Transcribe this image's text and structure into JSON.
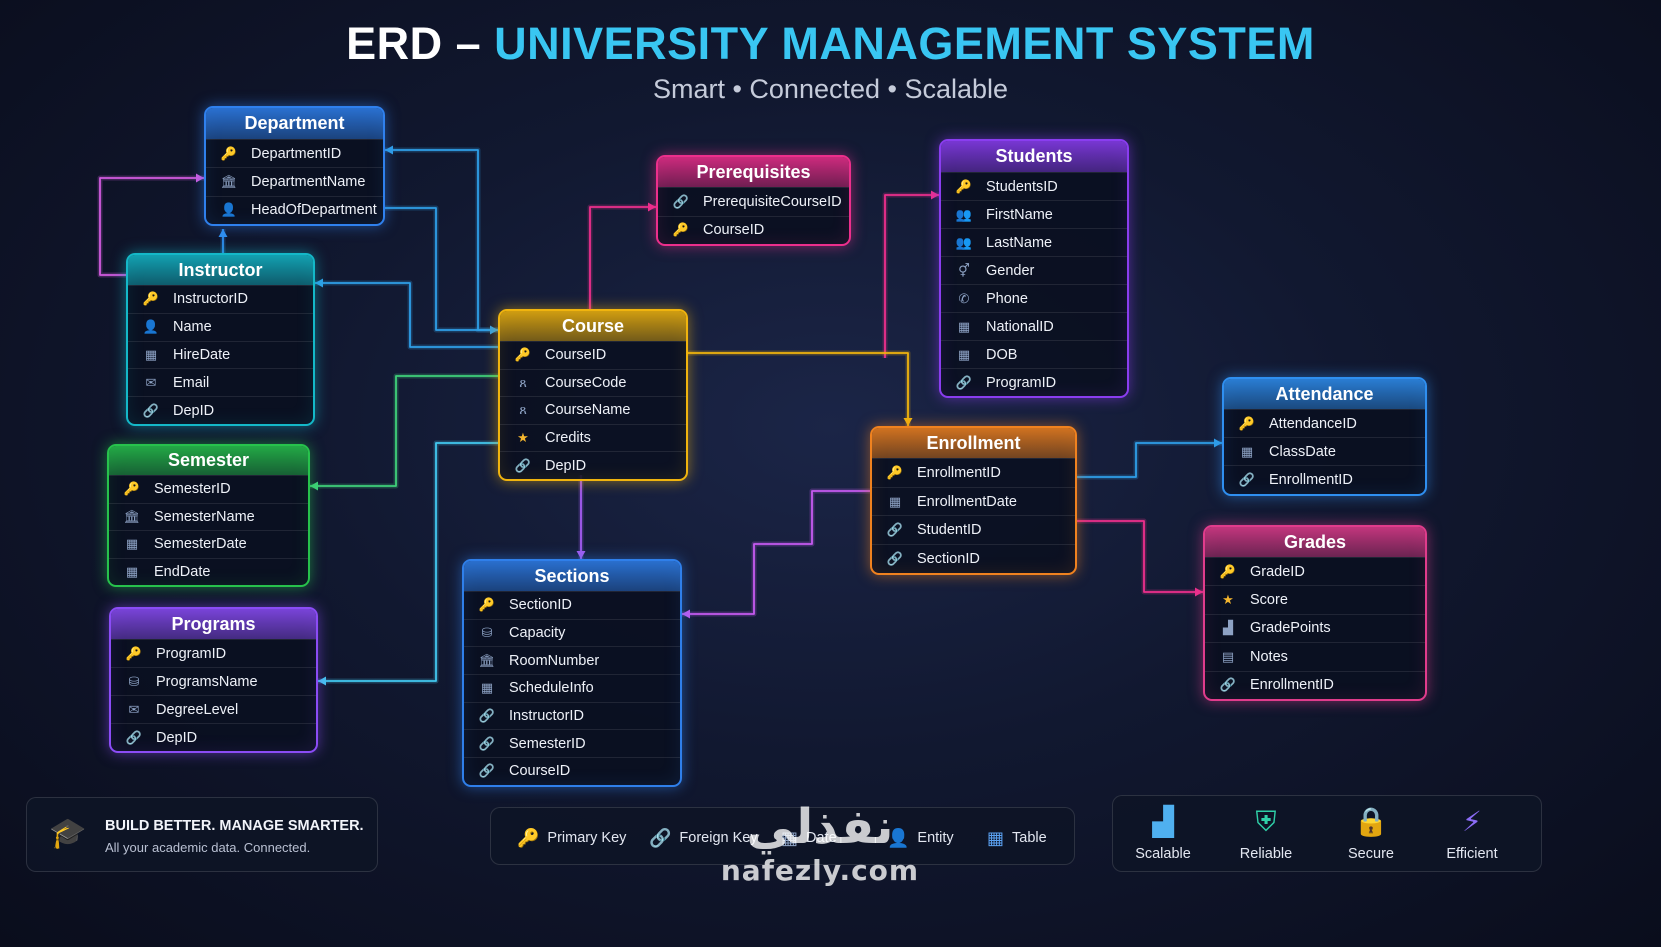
{
  "title": {
    "prefix": "ERD – ",
    "main": "UNIVERSITY MANAGEMENT SYSTEM"
  },
  "subtitle": "Smart • Connected • Scalable",
  "tables": {
    "department": {
      "name": "Department",
      "color": "#2f80ed",
      "fields": [
        {
          "label": "DepartmentID",
          "icon": "key-icon"
        },
        {
          "label": "DepartmentName",
          "icon": "building-icon"
        },
        {
          "label": "HeadOfDepartment",
          "icon": "user-star-icon"
        }
      ]
    },
    "instructor": {
      "name": "Instructor",
      "color": "#14b8c8",
      "fields": [
        {
          "label": "InstructorID",
          "icon": "key-icon"
        },
        {
          "label": "Name",
          "icon": "user-icon"
        },
        {
          "label": "HireDate",
          "icon": "calendar-icon"
        },
        {
          "label": "Email",
          "icon": "envelope-icon"
        },
        {
          "label": "DepID",
          "icon": "link-icon"
        }
      ]
    },
    "semester": {
      "name": "Semester",
      "color": "#27c24c",
      "fields": [
        {
          "label": "SemesterID",
          "icon": "key-icon"
        },
        {
          "label": "SemesterName",
          "icon": "building-icon"
        },
        {
          "label": "SemesterDate",
          "icon": "calendar-icon"
        },
        {
          "label": "EndDate",
          "icon": "calendar-icon"
        }
      ]
    },
    "programs": {
      "name": "Programs",
      "color": "#8b4cf6",
      "fields": [
        {
          "label": "ProgramID",
          "icon": "key-icon"
        },
        {
          "label": "ProgramsName",
          "icon": "network-icon"
        },
        {
          "label": "DegreeLevel",
          "icon": "envelope-icon"
        },
        {
          "label": "DepID",
          "icon": "link-icon"
        }
      ]
    },
    "course": {
      "name": "Course",
      "color": "#f0b40e",
      "fields": [
        {
          "label": "CourseID",
          "icon": "key-icon"
        },
        {
          "label": "CourseCode",
          "icon": "person-icon"
        },
        {
          "label": "CourseName",
          "icon": "person-icon"
        },
        {
          "label": "Credits",
          "icon": "star-icon"
        },
        {
          "label": "DepID",
          "icon": "link-icon"
        }
      ]
    },
    "prerequisites": {
      "name": "Prerequisites",
      "color": "#ec2f8c",
      "fields": [
        {
          "label": "PrerequisiteCourseID",
          "icon": "link-icon"
        },
        {
          "label": "CourseID",
          "icon": "key-icon"
        }
      ]
    },
    "students": {
      "name": "Students",
      "color": "#8a3df0",
      "fields": [
        {
          "label": "StudentsID",
          "icon": "key-icon"
        },
        {
          "label": "FirstName",
          "icon": "users-icon"
        },
        {
          "label": "LastName",
          "icon": "users-icon"
        },
        {
          "label": "Gender",
          "icon": "gender-icon"
        },
        {
          "label": "Phone",
          "icon": "phone-icon"
        },
        {
          "label": "NationalID",
          "icon": "grid-icon"
        },
        {
          "label": "DOB",
          "icon": "calendar-icon"
        },
        {
          "label": "ProgramID",
          "icon": "link-icon"
        }
      ]
    },
    "enrollment": {
      "name": "Enrollment",
      "color": "#f0821f",
      "fields": [
        {
          "label": "EnrollmentID",
          "icon": "key-icon"
        },
        {
          "label": "EnrollmentDate",
          "icon": "calendar-icon"
        },
        {
          "label": "StudentID",
          "icon": "link-icon"
        },
        {
          "label": "SectionID",
          "icon": "link-icon"
        }
      ]
    },
    "sections": {
      "name": "Sections",
      "color": "#2f7fea",
      "fields": [
        {
          "label": "SectionID",
          "icon": "key-icon"
        },
        {
          "label": "Capacity",
          "icon": "network-icon"
        },
        {
          "label": "RoomNumber",
          "icon": "building-icon"
        },
        {
          "label": "ScheduleInfo",
          "icon": "calendar-icon"
        },
        {
          "label": "InstructorID",
          "icon": "link-icon"
        },
        {
          "label": "SemesterID",
          "icon": "link-icon"
        },
        {
          "label": "CourseID",
          "icon": "link-icon"
        }
      ]
    },
    "attendance": {
      "name": "Attendance",
      "color": "#2f8ff0",
      "fields": [
        {
          "label": "AttendanceID",
          "icon": "key-icon"
        },
        {
          "label": "ClassDate",
          "icon": "calendar-icon"
        },
        {
          "label": "EnrollmentID",
          "icon": "link-icon"
        }
      ]
    },
    "grades": {
      "name": "Grades",
      "color": "#e03c8c",
      "fields": [
        {
          "label": "GradeID",
          "icon": "key-icon"
        },
        {
          "label": "Score",
          "icon": "star-icon"
        },
        {
          "label": "GradePoints",
          "icon": "bar-chart-icon"
        },
        {
          "label": "Notes",
          "icon": "document-icon"
        },
        {
          "label": "EnrollmentID",
          "icon": "link-icon"
        }
      ]
    }
  },
  "relationships": [
    {
      "from": "instructor.DepID",
      "to": "department.DepartmentID",
      "color": "#d25be0"
    },
    {
      "from": "instructor",
      "to": "department",
      "color": "#2f8ff0"
    },
    {
      "from": "course.DepID",
      "to": "department.DepartmentID",
      "color": "#2f9fe8"
    },
    {
      "from": "department.HeadOfDepartment",
      "to": "course",
      "color": "#2f9fe8"
    },
    {
      "from": "course",
      "to": "instructor",
      "color": "#2f9fe8"
    },
    {
      "from": "course",
      "to": "semester",
      "color": "#3fd07a"
    },
    {
      "from": "programs.DepID",
      "to": "course",
      "color": "#42c8ef"
    },
    {
      "from": "prerequisites.PrerequisiteCourseID",
      "to": "course.CourseID",
      "color": "#ec2f8c"
    },
    {
      "from": "sections.CourseID",
      "to": "course.CourseID",
      "color": "#a45cf2"
    },
    {
      "from": "enrollment.StudentID",
      "to": "students.StudentsID",
      "color": "#ec2f8c"
    },
    {
      "from": "course",
      "to": "enrollment",
      "color": "#f0b40e"
    },
    {
      "from": "enrollment.SectionID",
      "to": "sections.SectionID",
      "color": "#c55af0"
    },
    {
      "from": "attendance.EnrollmentID",
      "to": "enrollment.EnrollmentID",
      "color": "#2f9fe8"
    },
    {
      "from": "grades.EnrollmentID",
      "to": "enrollment.EnrollmentID",
      "color": "#ec2f8c"
    }
  ],
  "promo": {
    "headline": "BUILD BETTER. MANAGE SMARTER.",
    "subline": "All your academic data. Connected.",
    "icon": "graduation-cap-icon"
  },
  "legend": {
    "items": [
      {
        "label": "Primary Key",
        "icon": "key-icon",
        "color": "#f5c542"
      },
      {
        "label": "Foreign Key",
        "icon": "link-icon",
        "color": "#8da2c4"
      },
      {
        "label": "Date",
        "icon": "calendar-icon",
        "color": "#8da2c4"
      },
      {
        "label": "Entity",
        "icon": "user-icon",
        "color": "#5aa0f0"
      },
      {
        "label": "Table",
        "icon": "table-icon",
        "color": "#5aa0f0"
      }
    ]
  },
  "features": [
    {
      "label": "Scalable",
      "icon": "bar-chart-icon",
      "color": "#4fb0f0"
    },
    {
      "label": "Reliable",
      "icon": "shield-check-icon",
      "color": "#2fd0a8"
    },
    {
      "label": "Secure",
      "icon": "lock-icon",
      "color": "#f5b62e"
    },
    {
      "label": "Efficient",
      "icon": "lightning-icon",
      "color": "#8b6cf6"
    }
  ],
  "watermark": {
    "arabic": "نفذلي",
    "latin": "nafezly.com"
  }
}
